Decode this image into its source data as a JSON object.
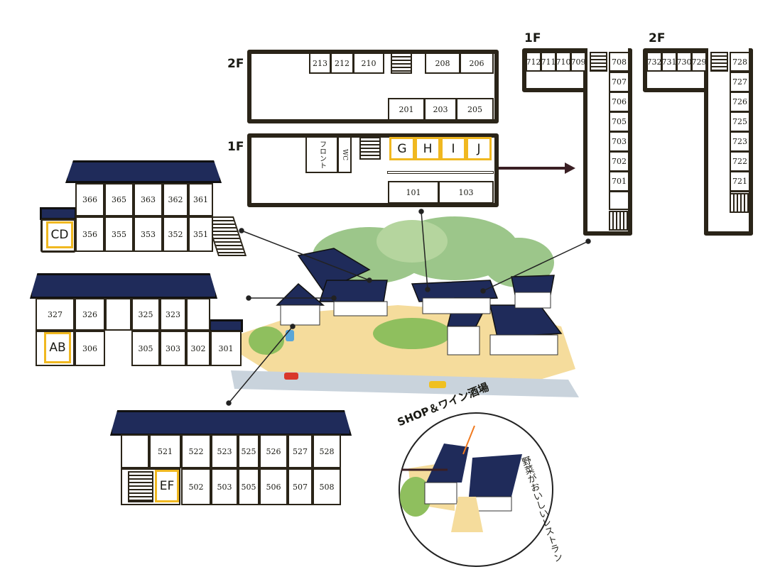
{
  "main_building": {
    "floor2": {
      "label": "2F",
      "top_rooms": [
        "213",
        "212",
        "210",
        "208",
        "206"
      ],
      "bottom_rooms": [
        "201",
        "203",
        "205"
      ]
    },
    "floor1": {
      "label": "1F",
      "front": "フロント",
      "wc": "WC",
      "highlight_rooms": [
        "G",
        "H",
        "I",
        "J"
      ],
      "bottom_rooms": [
        "101",
        "103"
      ]
    }
  },
  "l_building": {
    "floor1": {
      "label": "1F",
      "top_rooms": [
        "712",
        "711",
        "710",
        "709",
        "708"
      ],
      "side_rooms": [
        "707",
        "706",
        "705",
        "703",
        "702",
        "701"
      ]
    },
    "floor2": {
      "label": "2F",
      "top_rooms": [
        "732",
        "731",
        "730",
        "729",
        "728"
      ],
      "side_rooms": [
        "727",
        "726",
        "725",
        "723",
        "722",
        "721"
      ]
    }
  },
  "building_300s": {
    "upper": {
      "top_rooms": [
        "366",
        "365",
        "363",
        "362",
        "361"
      ],
      "bottom_rooms": [
        "356",
        "355",
        "353",
        "352",
        "351"
      ],
      "highlight": "CD"
    },
    "lower": {
      "top_rooms": [
        "327",
        "326",
        "",
        "325",
        "323",
        ""
      ],
      "bottom_rooms": [
        "306",
        "305",
        "303",
        "302",
        "301"
      ],
      "highlight": "AB"
    }
  },
  "building_500s": {
    "top_rooms": [
      "",
      "521",
      "522",
      "523",
      "525",
      "526",
      "527",
      "528"
    ],
    "bottom_rooms": [
      "502",
      "503",
      "505",
      "506",
      "507",
      "508"
    ],
    "highlight": "EF"
  },
  "inset": {
    "shop_label": "SHOP＆ワイン酒場",
    "restaurant_label": "野菜がおいしいレストラン"
  },
  "colors": {
    "roof": "#1f2b5a",
    "highlight": "#f0b820",
    "arrow": "#3a1f24",
    "arrow_shop": "#f07a20"
  }
}
